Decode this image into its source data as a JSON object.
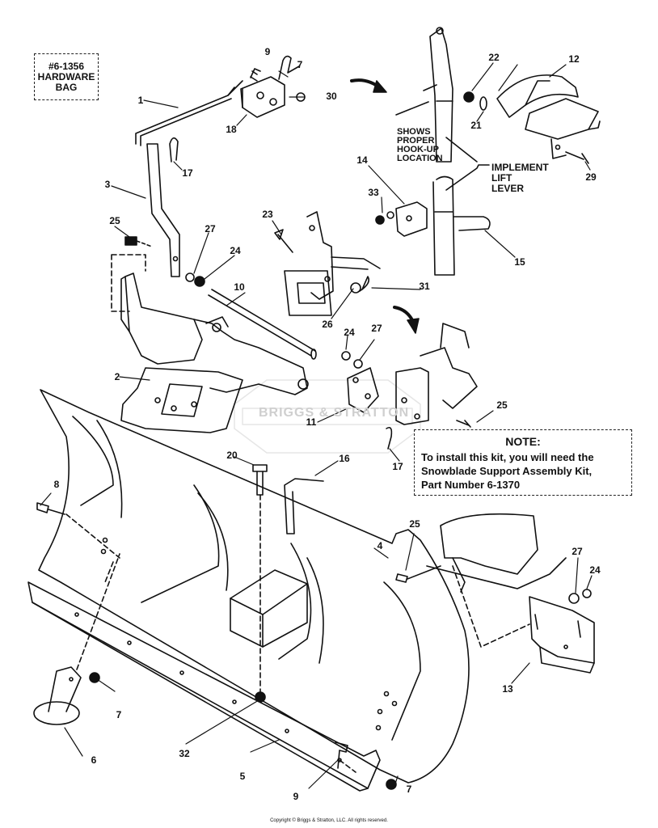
{
  "hardware_bag": {
    "line1": "#6-1356",
    "line2": "HARDWARE",
    "line3": "BAG"
  },
  "note": {
    "title": "NOTE:",
    "line1": "To install this kit, you will need the",
    "line2": "Snowblade Support Assembly Kit,",
    "line3": "Part Number 6-1370"
  },
  "hookup_caption": {
    "line1": "SHOWS",
    "line2": "PROPER",
    "line3": "HOOK-UP",
    "line4": "LOCATION"
  },
  "lever_caption": {
    "line1": "IMPLEMENT",
    "line2": "LIFT",
    "line3": "LEVER"
  },
  "watermark": "BRIGGS & STRATTON",
  "copyright": "Copyright © Briggs & Stratton, LLC. All rights reserved.",
  "part_numbers": {
    "p1": "1",
    "p2": "2",
    "p3": "3",
    "p4": "4",
    "p5": "5",
    "p6": "6",
    "p7a": "7",
    "p7b": "7",
    "p7c": "7",
    "p8": "8",
    "p9a": "9",
    "p9b": "9",
    "p10": "10",
    "p11": "11",
    "p12": "12",
    "p13": "13",
    "p14": "14",
    "p15": "15",
    "p16": "16",
    "p17a": "17",
    "p17b": "17",
    "p18": "18",
    "p20": "20",
    "p21": "21",
    "p22": "22",
    "p23": "23",
    "p24a": "24",
    "p24b": "24",
    "p24c": "24",
    "p25a": "25",
    "p25b": "25",
    "p25c": "25",
    "p26": "26",
    "p27a": "27",
    "p27b": "27",
    "p27c": "27",
    "p29": "29",
    "p30": "30",
    "p31": "31",
    "p32": "32",
    "p33": "33"
  }
}
